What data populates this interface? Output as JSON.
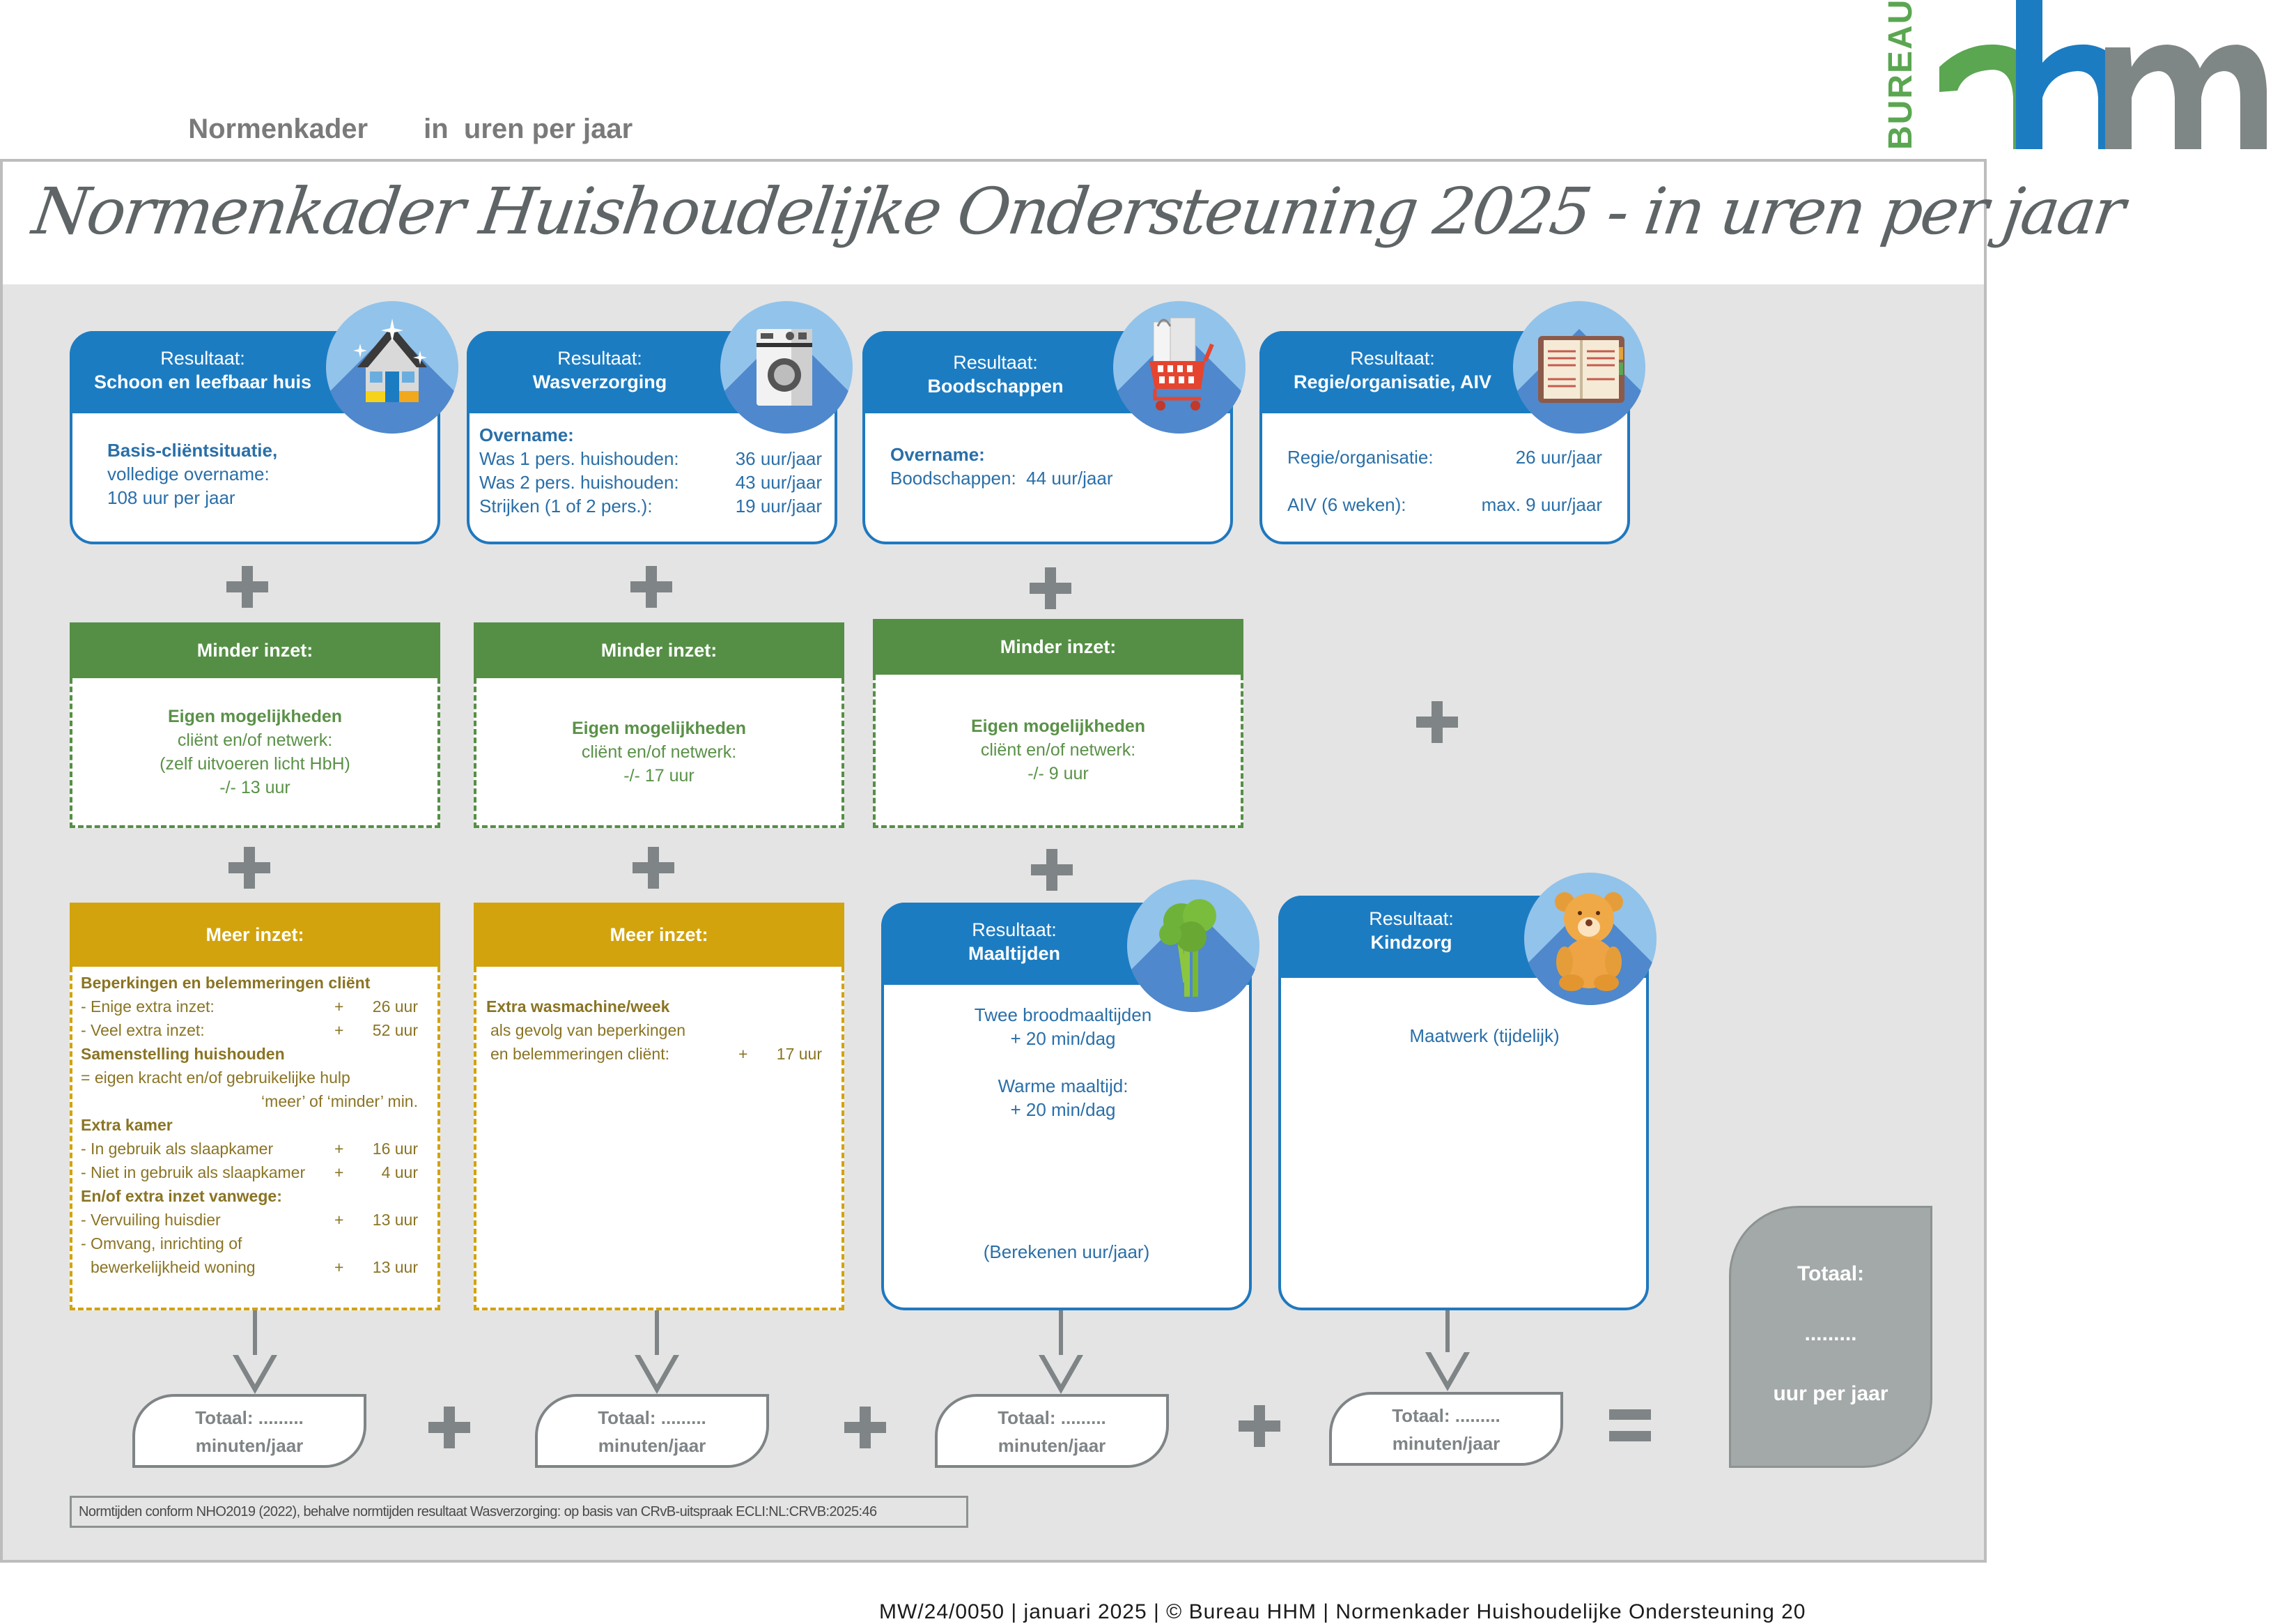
{
  "header": {
    "title_part1": "Normenkader",
    "title_part2": "in  uren per jaar",
    "logo": {
      "vertical_text": "BUREAU",
      "letters": [
        "h",
        "h",
        "m"
      ],
      "colors": [
        "#5aa651",
        "#1c7cc2",
        "#7f8686"
      ]
    }
  },
  "document_title": "Normenkader Huishoudelijke Ondersteuning 2025 - in uren per jaar",
  "colors": {
    "result_blue": "#1c7cc2",
    "minder_green": "#558f45",
    "meer_yellow": "#d2a30c",
    "neutral_gray": "#7f8486",
    "background_gray": "#e4e4e4"
  },
  "results": [
    {
      "label": "Resultaat:",
      "name": "Schoon en leefbaar huis",
      "icon": "house-clean-icon",
      "body": {
        "lines": [
          "Basis-cliëntsituatie,",
          "volledige overname:",
          "108 uur per jaar"
        ]
      }
    },
    {
      "label": "Resultaat:",
      "name": "Wasverzorging",
      "icon": "washing-machine-icon",
      "body": {
        "heading": "Overname:",
        "rows": [
          {
            "label": "Was 1 pers. huishouden:",
            "value": "36 uur/jaar"
          },
          {
            "label": "Was 2 pers. huishouden:",
            "value": "43 uur/jaar"
          },
          {
            "label": "Strijken (1 of 2 pers.):",
            "value": "19 uur/jaar"
          }
        ]
      }
    },
    {
      "label": "Resultaat:",
      "name": "Boodschappen",
      "icon": "shopping-cart-icon",
      "body": {
        "heading": "Overname:",
        "rows": [
          {
            "label": "Boodschappen:",
            "value": "44 uur/jaar"
          }
        ]
      }
    },
    {
      "label": "Resultaat:",
      "name": "Regie/organisatie, AIV",
      "icon": "agenda-icon",
      "body": {
        "rows": [
          {
            "label": "Regie/organisatie:",
            "value": "26 uur/jaar"
          },
          {
            "label": "AIV (6 weken):",
            "value": "max. 9 uur/jaar"
          }
        ]
      }
    },
    {
      "label": "Resultaat:",
      "name": "Maaltijden",
      "icon": "broccoli-icon",
      "body": {
        "lines": [
          "Twee broodmaaltijden",
          "+ 20 min/dag",
          "",
          "Warme maaltijd:",
          "+ 20 min/dag"
        ],
        "note": "(Berekenen uur/jaar)"
      }
    },
    {
      "label": "Resultaat:",
      "name": "Kindzorg",
      "icon": "teddy-bear-icon",
      "body": {
        "lines": [
          "Maatwerk (tijdelijk)"
        ]
      }
    }
  ],
  "minder": [
    {
      "title": "Minder inzet:",
      "bold": "Eigen mogelijkheden",
      "lines": [
        "cliënt en/of netwerk:",
        "(zelf uitvoeren licht HbH)",
        "-/- 13 uur"
      ]
    },
    {
      "title": "Minder inzet:",
      "bold": "Eigen mogelijkheden",
      "lines": [
        "cliënt en/of netwerk:",
        "-/- 17 uur"
      ]
    },
    {
      "title": "Minder inzet:",
      "bold": "Eigen mogelijkheden",
      "lines": [
        "cliënt en/of netwerk:",
        "-/- 9 uur"
      ]
    }
  ],
  "meer": [
    {
      "title": "Meer inzet:",
      "sections": [
        {
          "heading": "Beperkingen en belemmeringen cliënt",
          "rows": [
            {
              "label": "- Enige extra inzet:",
              "sign": "+",
              "value": "26 uur"
            },
            {
              "label": "- Veel extra inzet:",
              "sign": "+",
              "value": "52 uur"
            }
          ]
        },
        {
          "heading": "Samenstelling huishouden",
          "text": "= eigen kracht en/of gebruikelijke hulp",
          "text2": "‘meer’ of ‘minder’ min."
        },
        {
          "heading": "Extra kamer",
          "rows": [
            {
              "label": "- In gebruik als slaapkamer",
              "sign": "+",
              "value": "16 uur"
            },
            {
              "label": "- Niet in gebruik als slaapkamer",
              "sign": "+",
              "value": "4 uur"
            }
          ]
        },
        {
          "heading": "En/of extra inzet vanwege:",
          "rows": [
            {
              "label": "- Vervuiling huisdier",
              "sign": "+",
              "value": "13 uur"
            },
            {
              "label": "- Omvang, inrichting of",
              "sign": "",
              "value": ""
            },
            {
              "label": "bewerkelijkheid woning",
              "sign": "+",
              "value": "13 uur"
            }
          ]
        }
      ]
    },
    {
      "title": "Meer inzet:",
      "heading": "Extra wasmachine/week",
      "lines": [
        "als gevolg van beperkingen"
      ],
      "row": {
        "label": "en belemmeringen cliënt:",
        "sign": "+",
        "value": "17 uur"
      }
    }
  ],
  "operators": {
    "plus": "+",
    "equals": "="
  },
  "totals": [
    {
      "line1": "Totaal: .........",
      "line2": "minuten/jaar"
    },
    {
      "line1": "Totaal: .........",
      "line2": "minuten/jaar"
    },
    {
      "line1": "Totaal: .........",
      "line2": "minuten/jaar"
    },
    {
      "line1": "Totaal: .........",
      "line2": "minuten/jaar"
    }
  ],
  "grand_total": {
    "label": "Totaal:",
    "value": ".........",
    "unit": "uur per jaar"
  },
  "footnote": "Normtijden conform NHO2019 (2022), behalve normtijden resultaat Wasverzorging: op basis van CRvB-uitspraak ECLI:NL:CRVB:2025:46",
  "footer": "MW/24/0050 | januari 2025 | © Bureau HHM | Normenkader Huishoudelijke Ondersteuning 20"
}
